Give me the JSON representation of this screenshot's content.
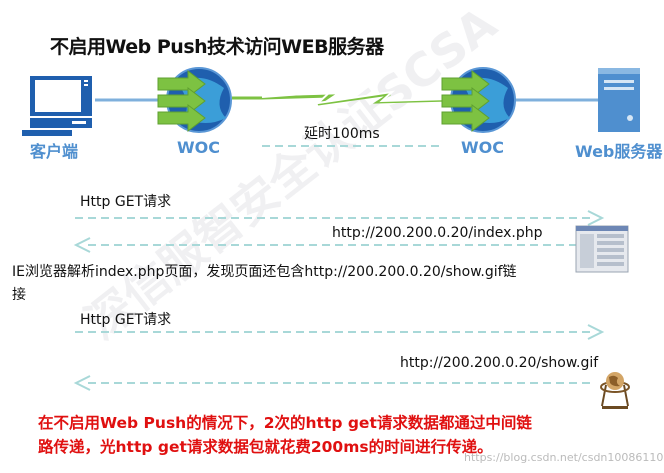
{
  "title": "不启用Web Push技术访问WEB服务器",
  "nodes": {
    "client": "客户端",
    "woc_left": "WOC",
    "woc_right": "WOC",
    "server": "Web服务器"
  },
  "latency_label": "延时100ms",
  "messages": {
    "get1": "Http  GET请求",
    "resp1": "http://200.200.0.20/index.php",
    "browser_note_line1": "IE浏览器解析index.php页面，发现页面还包含http://200.200.0.20/show.gif链",
    "browser_note_line2": "接",
    "get2": "Http  GET请求",
    "resp2": "http://200.200.0.20/show.gif"
  },
  "conclusion": {
    "line1": "在不启用Web Push的情况下，2次的http get请求数据都通过中间链",
    "line2": "路传递，光http get请求数据包就花费200ms的时间进行传递。"
  },
  "watermark": "深信服智安全认证SCSA",
  "credit": "https://blog.csdn.net/csdn10086110",
  "colors": {
    "accent": "#4f8fcf",
    "arrow": "#a8d8d8",
    "conclusion": "#e01010",
    "woc_green": "#7dc242"
  }
}
